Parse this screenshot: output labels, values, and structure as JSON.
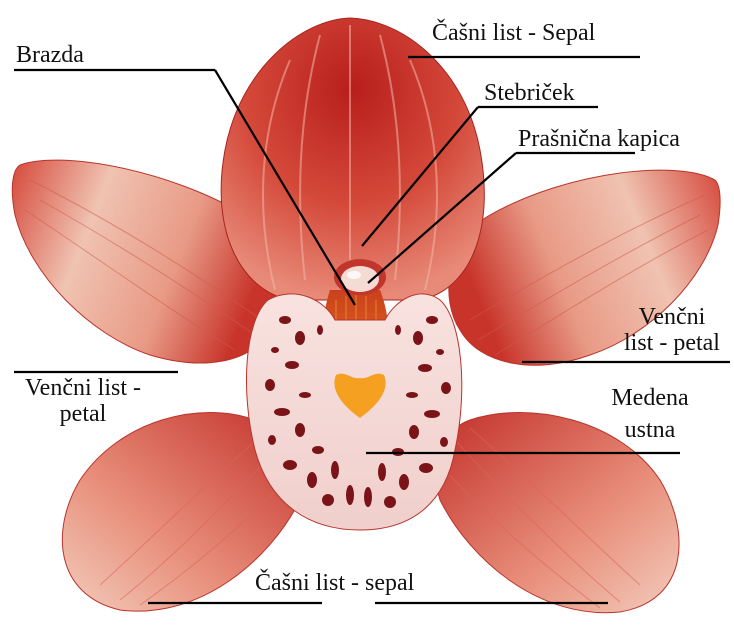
{
  "labels": {
    "sepal_top": "Čašni list -  Sepal",
    "brazda": "Brazda",
    "stebricek": "Stebriček",
    "prasnicna": "Prašnična",
    "kapica": "kapica",
    "petal_right_1": "Venčni",
    "petal_right_2": "list - petal",
    "petal_left_1": "Venčni list -",
    "petal_left_2": "petal",
    "medena_1": "Medena",
    "medena_2": "ustna",
    "sepal_bottom": "Čašni list - sepal"
  },
  "colors": {
    "petal_dark": "#c8342a",
    "petal_mid": "#e07a6a",
    "petal_light": "#f6ddd0",
    "lip": "#f7e4e2",
    "lip_spot": "#7a1418",
    "column": "#e06a1e",
    "callus": "#f5a021",
    "anther": "#f4dcd5",
    "leader_line": "#000000"
  }
}
